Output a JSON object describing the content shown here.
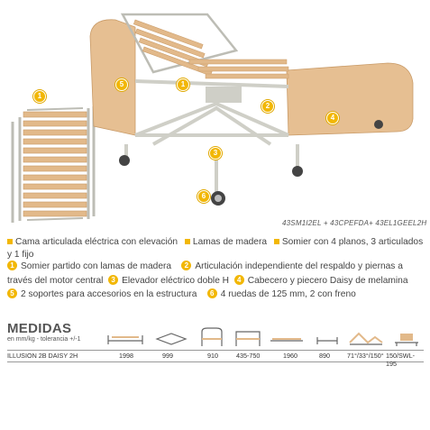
{
  "product_code": "43SM1I2EL + 43CPEFDA+ 43EL1GEEL2H",
  "features": [
    "Cama articulada eléctrica con elevación",
    "Lamas de madera",
    "Somier con 4 planos, 3 articulados y 1 fijo"
  ],
  "items": [
    {
      "num": "1",
      "text": "Somier partido con lamas de madera"
    },
    {
      "num": "2",
      "text": "Articulación independiente del respaldo y piernas a"
    },
    {
      "num": "",
      "text": "través del motor central"
    },
    {
      "num": "3",
      "text": "Elevador eléctrico doble H"
    },
    {
      "num": "4",
      "text": "Cabecero y piecero Daisy de melamina"
    },
    {
      "num": "5",
      "text": "2 soportes para accesorios en la estructura"
    },
    {
      "num": "6",
      "text": "4 ruedas de 125 mm, 2 con freno"
    }
  ],
  "medidas": {
    "title": "MEDIDAS",
    "subtitle": "en mm/kg - tolerancia +/-1",
    "model": "ILLUSION 2B DAISY 2H",
    "values": [
      "1998",
      "999",
      "910",
      "435-750",
      "1960",
      "890",
      "71°/33°/150°",
      "150/SWL-195"
    ]
  },
  "tags": [
    "1",
    "2",
    "3",
    "4",
    "5",
    "6"
  ],
  "colors": {
    "accent": "#f2b705",
    "wood": "#e2b98a",
    "frame": "#d9d9d2"
  }
}
